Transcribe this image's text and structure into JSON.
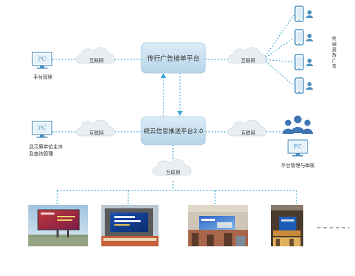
{
  "colors": {
    "line": "#3ea6d6",
    "cloud": "#e9eef2",
    "cloud_stroke": "#cfd8df",
    "box_top": "#d8ebf6",
    "box_bottom": "#b7d6ea",
    "pc": "#4a8fc0",
    "phone": "#4a8fc0"
  },
  "nodes": {
    "ad_platform": "传行广告接单平台",
    "push_platform": "统云信息推送平台2.0",
    "pc_top_left_label": "平台管理",
    "pc_bottom_left_label_1": "显示屏单位主体",
    "pc_bottom_left_label_2": "及查询管理",
    "pc_right_label": "平台管理与审核",
    "pc_text": "PC",
    "mobile_label_chars": [
      "终",
      "端",
      "投",
      "放",
      "广",
      "告"
    ]
  },
  "clouds": {
    "label": "互联网"
  },
  "screens": {
    "items": [
      {
        "icon": "billboard-photo"
      },
      {
        "icon": "billboard-photo"
      },
      {
        "icon": "billboard-photo"
      },
      {
        "icon": "billboard-photo"
      }
    ]
  }
}
